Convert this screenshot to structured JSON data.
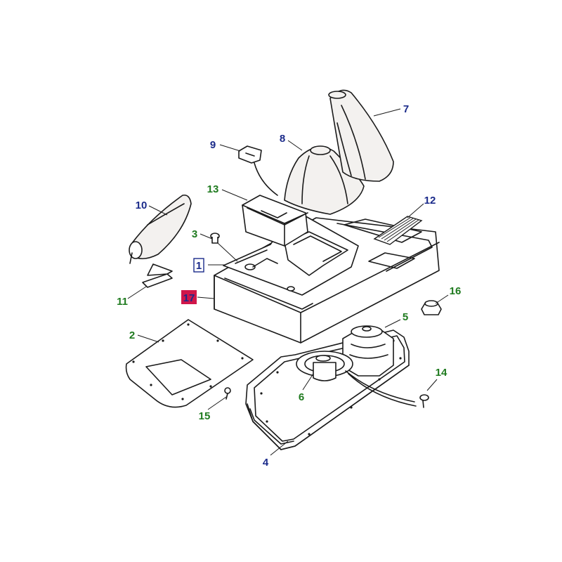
{
  "callouts": [
    {
      "id": "c1",
      "number": "1",
      "color": "#1a2a8a",
      "style": "boxed-outline"
    },
    {
      "id": "c2",
      "number": "2",
      "color": "#1e7a1e",
      "style": "plain"
    },
    {
      "id": "c3",
      "number": "3",
      "color": "#1e7a1e",
      "style": "plain"
    },
    {
      "id": "c4",
      "number": "4",
      "color": "#1a2a8a",
      "style": "plain"
    },
    {
      "id": "c5",
      "number": "5",
      "color": "#1e7a1e",
      "style": "plain"
    },
    {
      "id": "c6",
      "number": "6",
      "color": "#1e7a1e",
      "style": "plain"
    },
    {
      "id": "c7",
      "number": "7",
      "color": "#1a2a8a",
      "style": "plain"
    },
    {
      "id": "c8",
      "number": "8",
      "color": "#1a2a8a",
      "style": "plain"
    },
    {
      "id": "c9",
      "number": "9",
      "color": "#1a2a8a",
      "style": "plain"
    },
    {
      "id": "c10",
      "number": "10",
      "color": "#1a2a8a",
      "style": "plain"
    },
    {
      "id": "c11",
      "number": "11",
      "color": "#1e7a1e",
      "style": "plain"
    },
    {
      "id": "c12",
      "number": "12",
      "color": "#1a2a8a",
      "style": "plain"
    },
    {
      "id": "c13",
      "number": "13",
      "color": "#1e7a1e",
      "style": "plain"
    },
    {
      "id": "c14",
      "number": "14",
      "color": "#1e7a1e",
      "style": "plain"
    },
    {
      "id": "c15",
      "number": "15",
      "color": "#1e7a1e",
      "style": "plain"
    },
    {
      "id": "c16",
      "number": "16",
      "color": "#1e7a1e",
      "style": "plain"
    },
    {
      "id": "c17",
      "number": "17",
      "color": "#1a2a8a",
      "style": "highlighted-red"
    }
  ],
  "colors": {
    "line": "#1a1a1a",
    "label_blue": "#1a2a8a",
    "label_green": "#1e7a1e",
    "highlight": "#d0164a",
    "boot_fill": "#f3f1ef"
  }
}
